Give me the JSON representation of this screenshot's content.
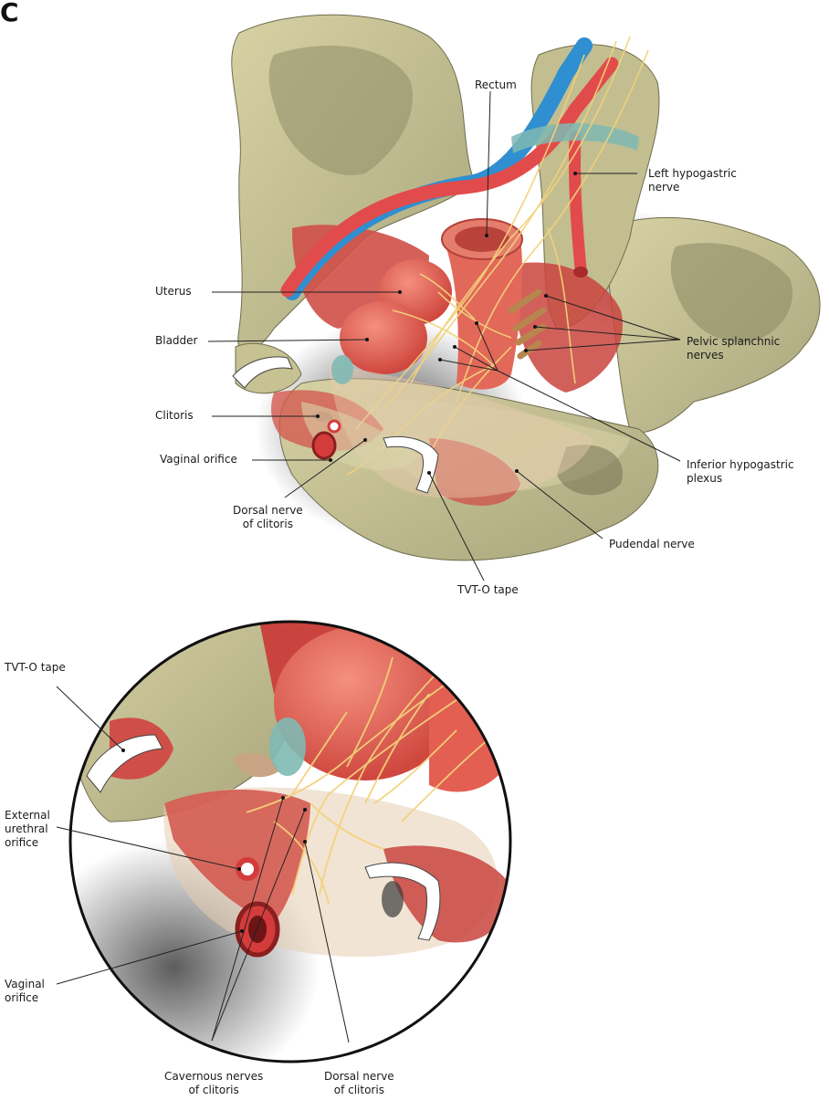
{
  "panel_letter": "C",
  "top_labels": {
    "rectum": "Rectum",
    "left_hypogastric": [
      "Left hypogastric",
      "nerve"
    ],
    "uterus": "Uterus",
    "bladder": "Bladder",
    "pelvic_splanchnic": [
      "Pelvic splanchnic",
      "nerves"
    ],
    "clitoris": "Clitoris",
    "vaginal_orifice": "Vaginal orifice",
    "inferior_hypogastric": [
      "Inferior hypogastric",
      "plexus"
    ],
    "dorsal_nerve": [
      "Dorsal nerve",
      "of clitoris"
    ],
    "pudendal": "Pudendal nerve",
    "tvto": "TVT-O tape"
  },
  "inset_labels": {
    "tvto": "TVT-O tape",
    "external_urethral": [
      "External",
      "urethral",
      "orifice"
    ],
    "vaginal": [
      "Vaginal",
      "orifice"
    ],
    "cavernous": [
      "Cavernous nerves",
      "of clitoris"
    ],
    "dorsal": [
      "Dorsal nerve",
      "of clitoris"
    ]
  },
  "colors": {
    "bone": "#c9c596",
    "bone_shadow": "#8f8c66",
    "muscle": "#d9564f",
    "organ": "#e86a5c",
    "artery": "#e24b4b",
    "vein": "#2f8fd0",
    "nerve": "#f2d27a",
    "splanchnic": "#b7864e",
    "cartilage": "#7fb9b3",
    "leader": "#222222"
  }
}
